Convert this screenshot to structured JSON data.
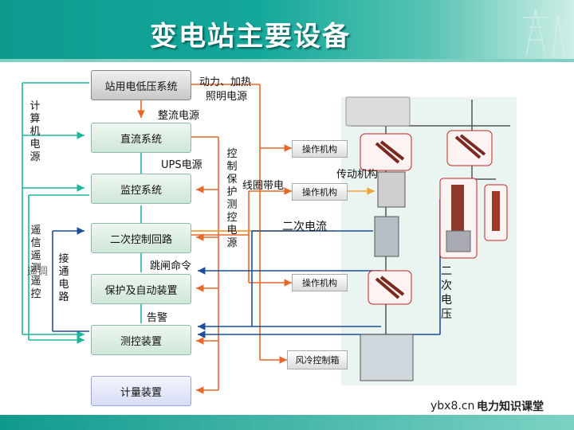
{
  "slide": {
    "title": "变电站主要设备"
  },
  "boxes": {
    "station_lv": "站用电低压系统",
    "dc": "直流系统",
    "monitor": "监控系统",
    "secondary": "二次控制回路",
    "protection": "保护及自动装置",
    "measure_ctrl": "测控装置",
    "metering": "计量装置"
  },
  "mechanisms": {
    "op1": "操作机构",
    "op2": "操作机构",
    "op3": "操作机构",
    "fan": "风冷控制箱"
  },
  "labels": {
    "power_heat": "动力、加热",
    "lighting": "照明电源",
    "rect": "整流电源",
    "ups": "UPS电源",
    "ctrl_prot": "控制保护测控电源",
    "computer": "计算机电源",
    "remote": "遥信遥测遥控",
    "remote_overlap": "遥调",
    "connect": "接通电路",
    "trip": "跳闸命令",
    "alarm": "告警",
    "coil": "线圈带电",
    "drive": "传动机构",
    "sec_current": "二次电流",
    "sec_voltage": "二次电压"
  },
  "watermark": {
    "site": "ybx8.cn",
    "brand": "电力知识课堂"
  },
  "colors": {
    "header": "#0f9a8e",
    "orange": "#e8682a",
    "teal": "#1fb59a",
    "blue": "#1d4f99"
  }
}
